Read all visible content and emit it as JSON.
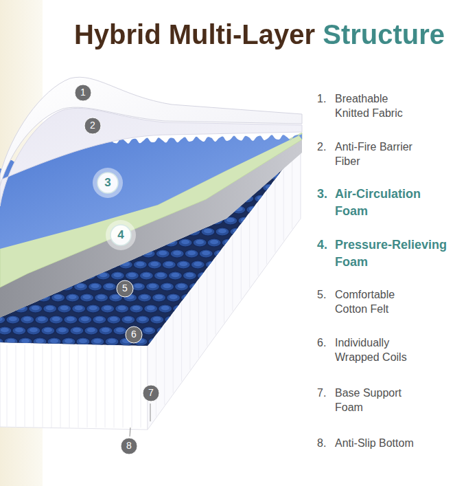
{
  "diagram": {
    "title": "Hybrid Multi-Layer Structure",
    "nodes": [
      {
        "text": [
          "1"
        ]
      },
      {
        "text": [
          "2"
        ]
      },
      {
        "text": [
          "3"
        ]
      },
      {
        "text": [
          "4"
        ]
      },
      {
        "text": [
          "5"
        ]
      },
      {
        "text": [
          "6"
        ]
      },
      {
        "text": [
          "7"
        ]
      },
      {
        "text": [
          "8"
        ]
      }
    ],
    "labels": [
      "1.",
      "Breathable Knitted Fabric",
      "2.",
      "Anti-Fire Barrier Fiber",
      "3.",
      "Air-Circulation Foam",
      "4.",
      "Pressure-Relieving Foam",
      "5.",
      "Comfortable Cotton Felt",
      "6.",
      "Individually Wrapped Coils",
      "7.",
      "Base Support Foam",
      "8.",
      "Anti-Slip Bottom"
    ]
  }
}
